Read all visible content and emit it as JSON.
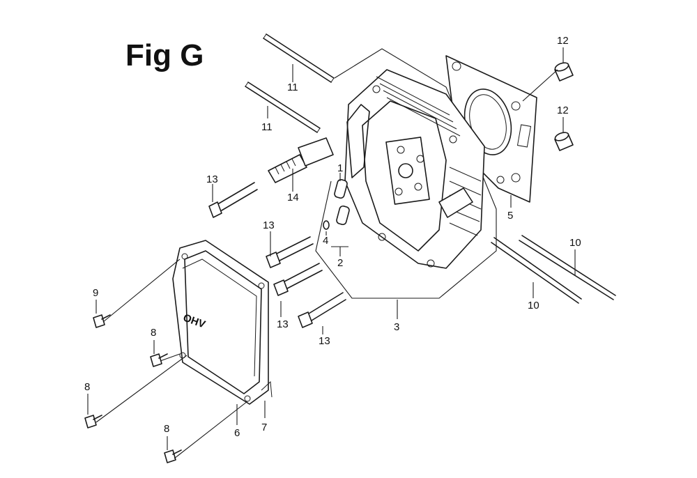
{
  "figure": {
    "title": "Fig G"
  },
  "cover_text": "OHV",
  "callouts": [
    {
      "id": "c1",
      "label": "1"
    },
    {
      "id": "c2",
      "label": "2"
    },
    {
      "id": "c3",
      "label": "3"
    },
    {
      "id": "c4",
      "label": "4"
    },
    {
      "id": "c5",
      "label": "5"
    },
    {
      "id": "c6",
      "label": "6"
    },
    {
      "id": "c7",
      "label": "7"
    },
    {
      "id": "c8a",
      "label": "8"
    },
    {
      "id": "c8b",
      "label": "8"
    },
    {
      "id": "c8c",
      "label": "8"
    },
    {
      "id": "c9",
      "label": "9"
    },
    {
      "id": "c10a",
      "label": "10"
    },
    {
      "id": "c10b",
      "label": "10"
    },
    {
      "id": "c11a",
      "label": "11"
    },
    {
      "id": "c11b",
      "label": "11"
    },
    {
      "id": "c12a",
      "label": "12"
    },
    {
      "id": "c12b",
      "label": "12"
    },
    {
      "id": "c13a",
      "label": "13"
    },
    {
      "id": "c13b",
      "label": "13"
    },
    {
      "id": "c13c",
      "label": "13"
    },
    {
      "id": "c13d",
      "label": "13"
    },
    {
      "id": "c14",
      "label": "14"
    }
  ]
}
